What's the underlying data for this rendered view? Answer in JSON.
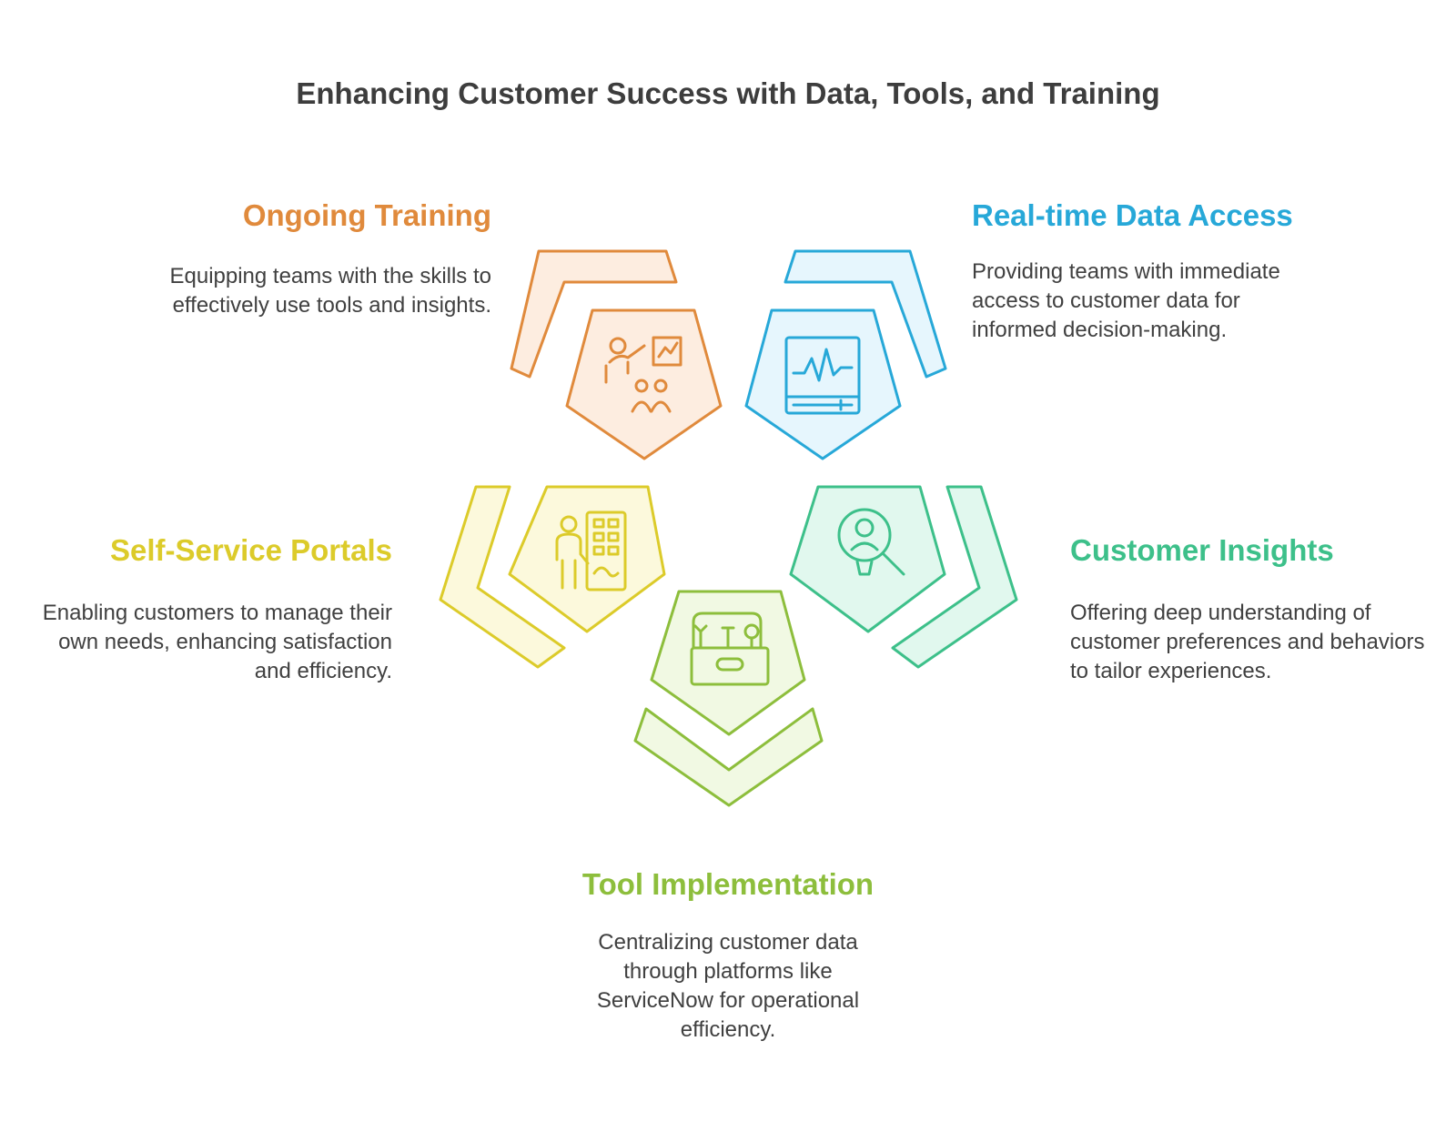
{
  "title": "Enhancing Customer Success with Data, Tools, and Training",
  "sections": {
    "training": {
      "heading": "Ongoing Training",
      "description": "Equipping teams with the skills to effectively use tools and insights.",
      "color": "#E08A3C",
      "fill": "#FDEDE0",
      "icon": "presentation-training-icon"
    },
    "data_access": {
      "heading": "Real-time Data Access",
      "description": "Providing teams with immediate access to customer data for informed decision-making.",
      "color": "#27A8D8",
      "fill": "#E6F6FD",
      "icon": "monitor-chart-icon"
    },
    "self_service": {
      "heading": "Self-Service Portals",
      "description": "Enabling customers to manage their own needs, enhancing satisfaction and efficiency.",
      "color": "#DCCB2A",
      "fill": "#FCF9DC",
      "icon": "person-kiosk-icon"
    },
    "insights": {
      "heading": "Customer Insights",
      "description": "Offering deep understanding of customer preferences and behaviors to tailor experiences.",
      "color": "#3DC08A",
      "fill": "#E1F8EE",
      "icon": "person-magnifier-icon"
    },
    "tools": {
      "heading": "Tool Implementation",
      "description": "Centralizing customer data through platforms like ServiceNow for operational efficiency.",
      "color": "#8DBE3C",
      "fill": "#F1F9E3",
      "icon": "toolbox-icon"
    }
  }
}
